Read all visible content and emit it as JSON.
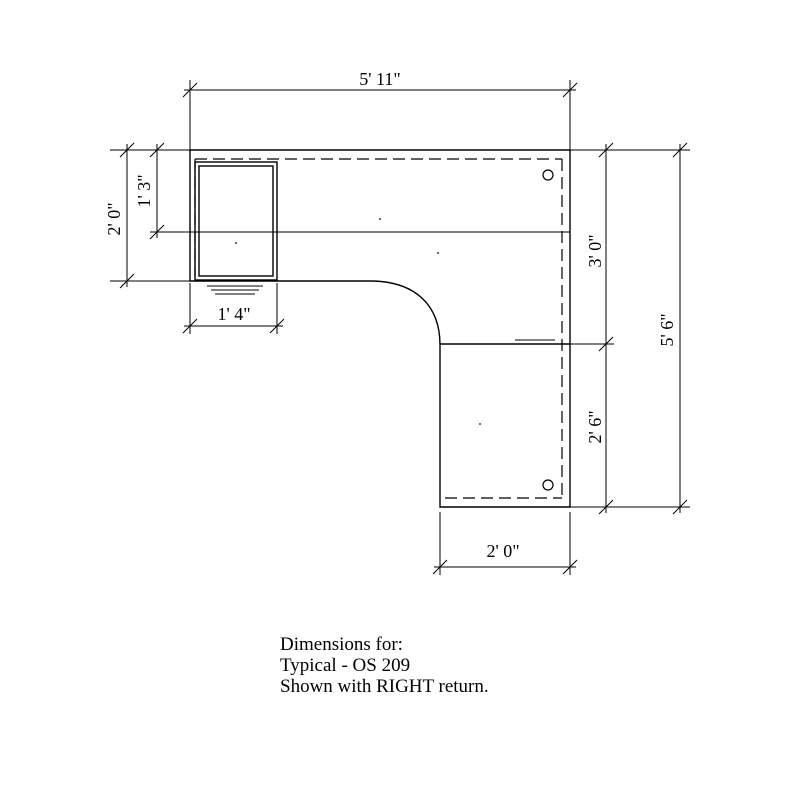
{
  "dimensions": {
    "top_width": "5' 11\"",
    "left_overall_depth": "2' 0\"",
    "left_drawer_depth": "1' 3\"",
    "pedestal_width": "1' 4\"",
    "right_upper": "3' 0\"",
    "right_lower": "2' 6\"",
    "right_overall": "5' 6\"",
    "return_width": "2' 0\""
  },
  "caption": {
    "line1": "Dimensions for:",
    "line2": "Typical - OS 209",
    "line3": "Shown with RIGHT return."
  }
}
